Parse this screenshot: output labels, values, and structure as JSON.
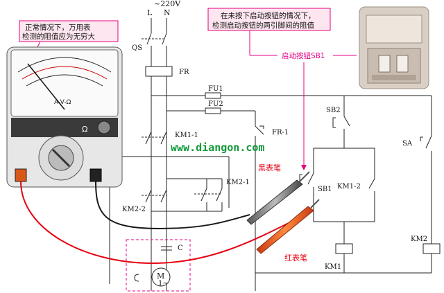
{
  "supply": {
    "voltage": "~220V",
    "phase_l": "L",
    "phase_n": "N"
  },
  "components": {
    "qs": "QS",
    "fr": "FR",
    "fu1": "FU1",
    "fu2": "FU2",
    "fr1": "FR-1",
    "km1_1": "KM1-1",
    "km2_1": "KM2-1",
    "km2_2": "KM2-2",
    "c": "C",
    "sb2": "SB2",
    "sb1": "SB1",
    "km1_2": "KM1-2",
    "sa": "SA",
    "km1": "KM1",
    "km2": "KM2",
    "motor": "M",
    "motor_sub": "1~"
  },
  "callouts": {
    "meter_note_line1": "正常情况下，万用表",
    "meter_note_line2": "检测的阻值应为无穷大",
    "test_note_line1": "在未按下启动按钮的情况下，",
    "test_note_line2": "检测启动按钮的两引脚间的阻值",
    "start_button": "启动按钮SB1",
    "black_probe": "黑表笔",
    "red_probe": "红表笔"
  },
  "meter": {
    "scale_label": "A-V-Ω",
    "omega": "Ω"
  },
  "watermark": "www.diangon.com",
  "colors": {
    "pink_accent": "#e5007f",
    "red_lead": "#e60012",
    "black_lead": "#1a1a1a",
    "watermark": "#119a3a"
  }
}
